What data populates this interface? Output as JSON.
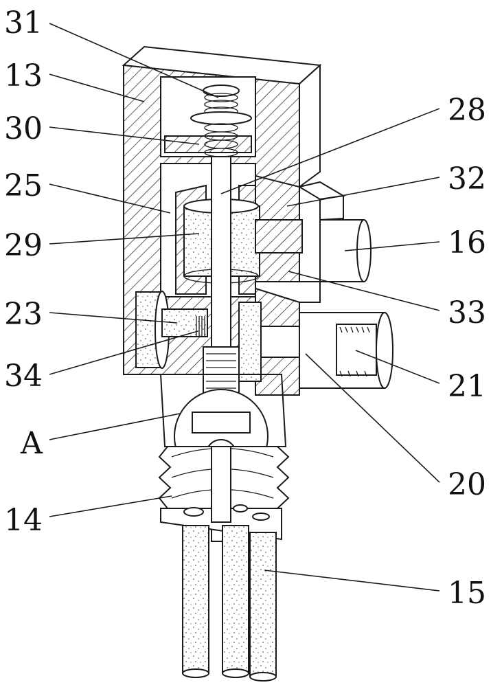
{
  "labels": {
    "n31": "31",
    "n13": "13",
    "n30": "30",
    "n25": "25",
    "n29": "29",
    "n23": "23",
    "n34": "34",
    "nA": "A",
    "n14": "14",
    "n28": "28",
    "n32": "32",
    "n16": "16",
    "n33": "33",
    "n21": "21",
    "n20": "20",
    "n15": "15"
  },
  "colors": {
    "ink": "#1a1a1a",
    "paper": "#ffffff"
  }
}
